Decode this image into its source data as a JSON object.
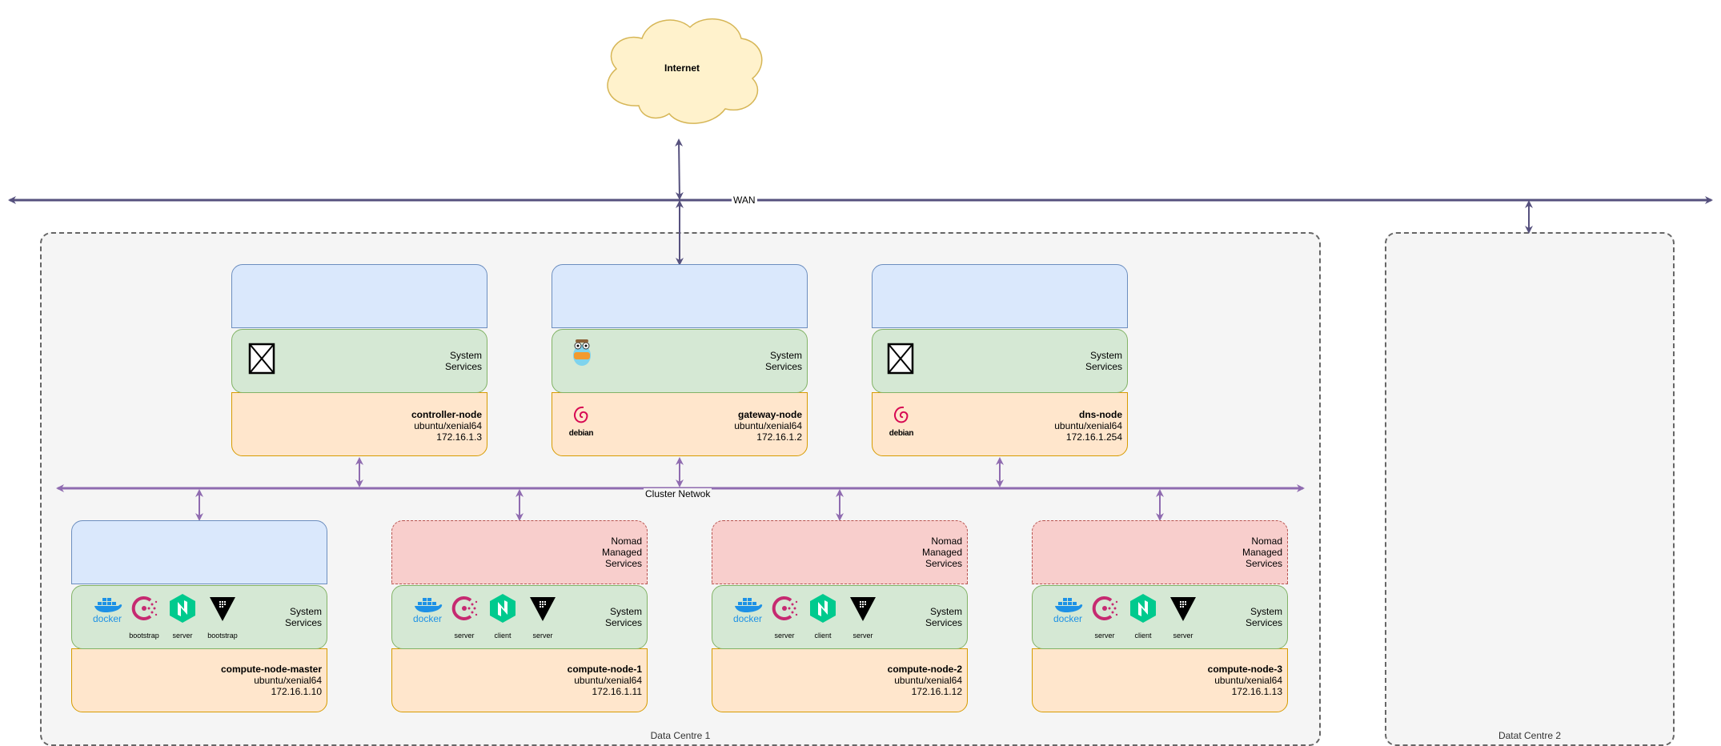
{
  "internet": {
    "label": "Internet"
  },
  "wan": {
    "label": "WAN"
  },
  "cluster": {
    "label": "Cluster Netwok"
  },
  "data_centres": [
    {
      "label": "Data Centre 1"
    },
    {
      "label": "Datat Centre 2"
    }
  ],
  "layer_labels": {
    "system": "System\nServices",
    "nomad": "Nomad\nManaged\nServices"
  },
  "top_nodes": [
    {
      "hostname": "controller-node",
      "os": "ubuntu/xenial64",
      "ip": "172.16.1.3",
      "service_icon": "missing-image-icon",
      "os_icon": ""
    },
    {
      "hostname": "gateway-node",
      "os": "ubuntu/xenial64",
      "ip": "172.16.1.2",
      "service_icon": "gopher-icon",
      "os_icon": "debian"
    },
    {
      "hostname": "dns-node",
      "os": "ubuntu/xenial64",
      "ip": "172.16.1.254",
      "service_icon": "missing-image-icon",
      "os_icon": "debian"
    }
  ],
  "compute_nodes": [
    {
      "hostname": "compute-node-master",
      "os": "ubuntu/xenial64",
      "ip": "172.16.1.10",
      "top_layer": "plain",
      "services": [
        {
          "icon": "docker-icon",
          "label": "docker",
          "caption": ""
        },
        {
          "icon": "consul-icon",
          "caption": "bootstrap"
        },
        {
          "icon": "nomad-icon",
          "caption": "server"
        },
        {
          "icon": "vault-icon",
          "caption": "bootstrap"
        }
      ]
    },
    {
      "hostname": "compute-node-1",
      "os": "ubuntu/xenial64",
      "ip": "172.16.1.11",
      "top_layer": "nomad",
      "services": [
        {
          "icon": "docker-icon",
          "label": "docker",
          "caption": ""
        },
        {
          "icon": "consul-icon",
          "caption": "server"
        },
        {
          "icon": "nomad-icon",
          "caption": "client"
        },
        {
          "icon": "vault-icon",
          "caption": "server"
        }
      ]
    },
    {
      "hostname": "compute-node-2",
      "os": "ubuntu/xenial64",
      "ip": "172.16.1.12",
      "top_layer": "nomad",
      "services": [
        {
          "icon": "docker-icon",
          "label": "docker",
          "caption": ""
        },
        {
          "icon": "consul-icon",
          "caption": "server"
        },
        {
          "icon": "nomad-icon",
          "caption": "client"
        },
        {
          "icon": "vault-icon",
          "caption": "server"
        }
      ]
    },
    {
      "hostname": "compute-node-3",
      "os": "ubuntu/xenial64",
      "ip": "172.16.1.13",
      "top_layer": "nomad",
      "services": [
        {
          "icon": "docker-icon",
          "label": "docker",
          "caption": ""
        },
        {
          "icon": "consul-icon",
          "caption": "server"
        },
        {
          "icon": "nomad-icon",
          "caption": "client"
        },
        {
          "icon": "vault-icon",
          "caption": "server"
        }
      ]
    }
  ],
  "colors": {
    "wan_line": "#56517e",
    "cluster_line": "#8f6bb0",
    "cloud_fill": "#fff2cc",
    "cloud_stroke": "#d6b656"
  }
}
